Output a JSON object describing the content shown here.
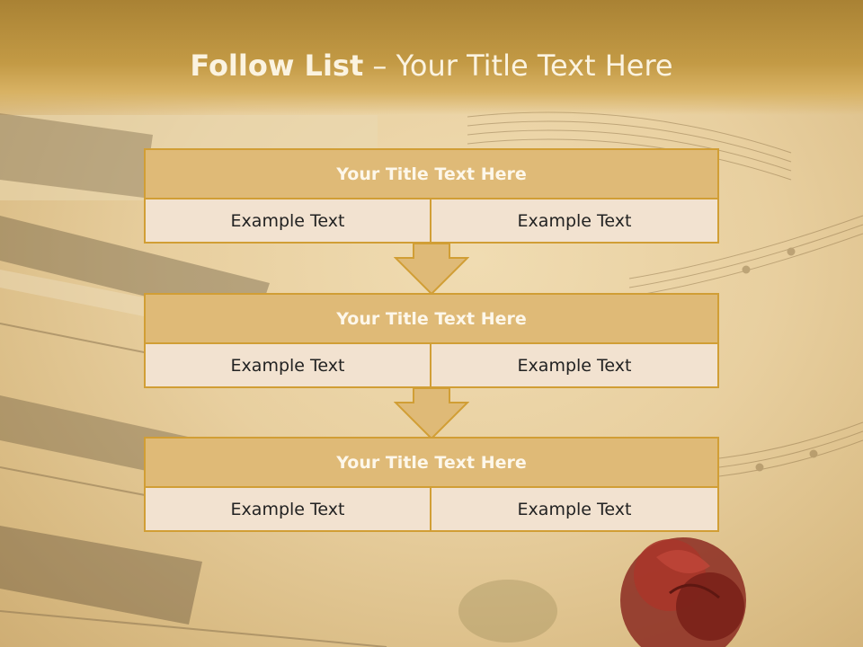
{
  "header": {
    "title_strong": "Follow List",
    "title_rest": " – Your Title Text Here"
  },
  "blocks": [
    {
      "title": "Your Title Text Here",
      "left": "Example Text",
      "right": "Example Text"
    },
    {
      "title": "Your Title Text Here",
      "left": "Example Text",
      "right": "Example Text"
    },
    {
      "title": "Your Title Text Here",
      "left": "Example Text",
      "right": "Example Text"
    }
  ],
  "colors": {
    "accent": "#d19e35",
    "header_fill": "#dfba77",
    "cell_fill": "#f2e2d0",
    "title_bar": "#c39a45"
  },
  "background": {
    "piano-keys-image": "piano keys",
    "rose-image": "red rose",
    "sheet-music-image": "sheet music notes"
  }
}
